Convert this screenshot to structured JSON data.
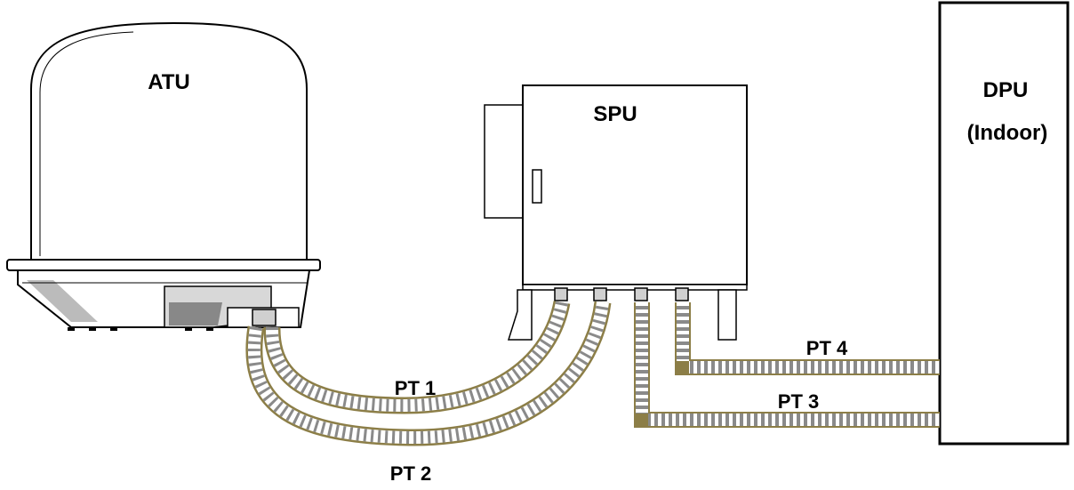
{
  "labels": {
    "atu": "ATU",
    "spu": "SPU",
    "dpu_line1": "DPU",
    "dpu_line2": "(Indoor)",
    "pt1": "PT 1",
    "pt2": "PT 2",
    "pt3": "PT 3",
    "pt4": "PT 4"
  },
  "colors": {
    "cable_sheath": "#8c7e47",
    "cable_band_light": "#ffffff",
    "cable_band_dark": "#8a8a8a",
    "outline": "#000000",
    "background": "#ffffff"
  }
}
